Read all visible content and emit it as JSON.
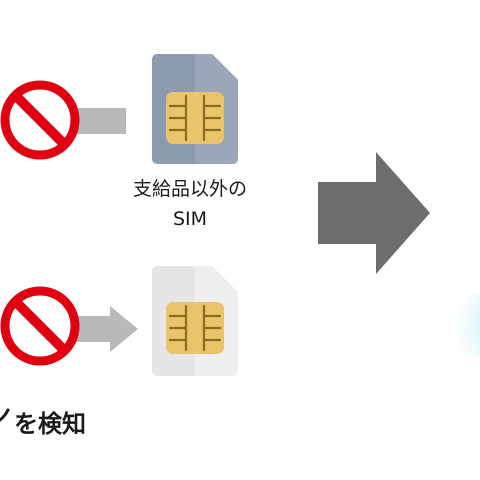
{
  "sim_label": {
    "line1": "支給品以外の",
    "line2": "SIM"
  },
  "bottom_text": "を検知",
  "icons": {
    "top_prohibited": "prohibited-icon",
    "bottom_prohibited": "prohibited-icon",
    "top_sim": "sim-card-icon",
    "bottom_sim": "sim-card-icon",
    "main_arrow": "right-arrow-icon"
  },
  "colors": {
    "prohibited_red": "#e00012",
    "sim_gray": "#8c9aaf",
    "sim_light": "#e8e8e8",
    "chip_gold": "#e9c46a",
    "arrow_gray": "#6d6d6d",
    "connector_gray": "#b9b9b9",
    "glow_blue": "#bfe9fb"
  }
}
